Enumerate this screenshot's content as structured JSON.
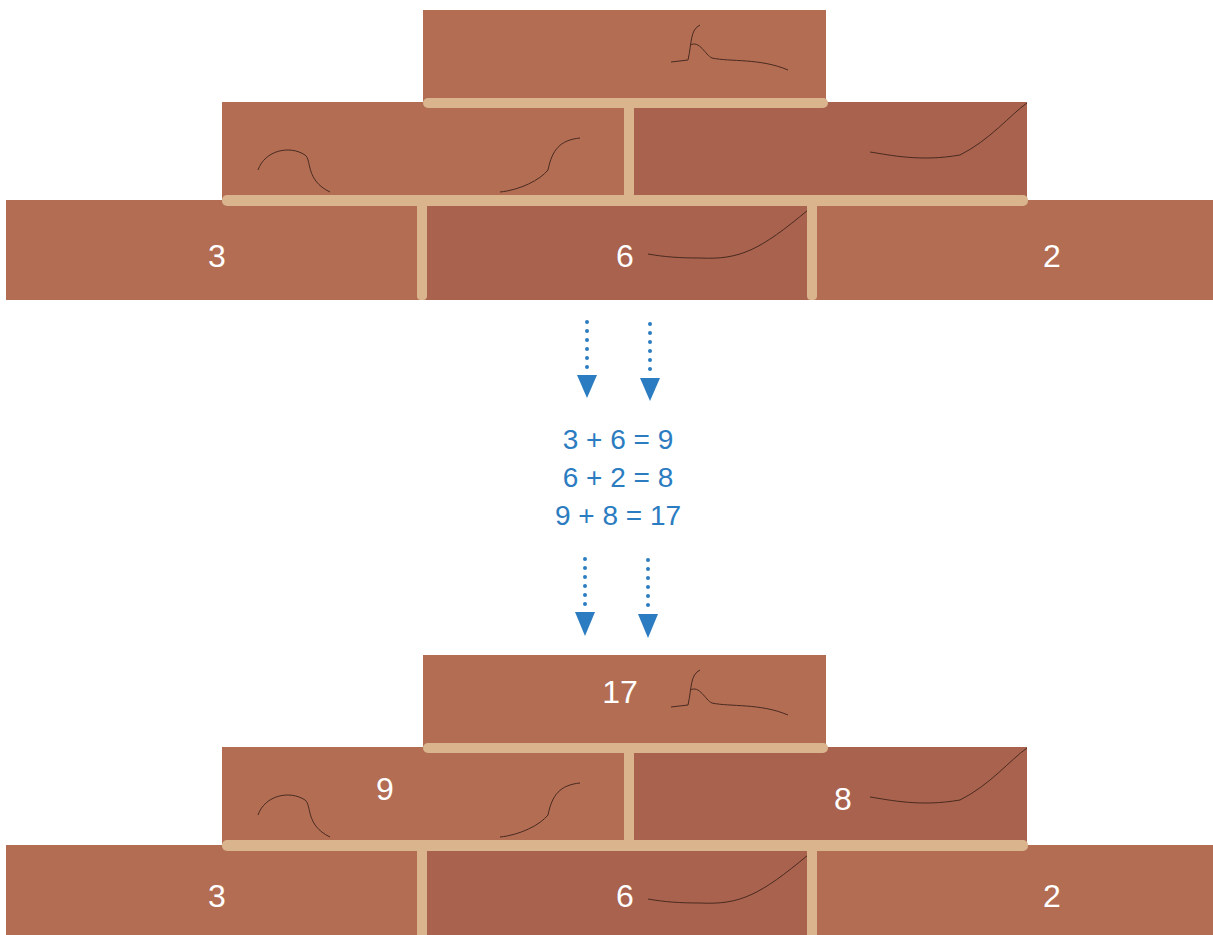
{
  "diagram": {
    "nodes": [
      {
        "text": [
          "3"
        ]
      },
      {
        "text": [
          "6"
        ]
      },
      {
        "text": [
          "2"
        ]
      },
      {
        "text": [
          "17"
        ]
      },
      {
        "text": [
          "9"
        ]
      },
      {
        "text": [
          "8"
        ]
      },
      {
        "text": [
          "3"
        ]
      },
      {
        "text": [
          "6"
        ]
      },
      {
        "text": [
          "2"
        ]
      }
    ],
    "labels": [
      "3 + 6 = 9",
      "6 + 2 = 8",
      "9 + 8 = 17"
    ]
  }
}
